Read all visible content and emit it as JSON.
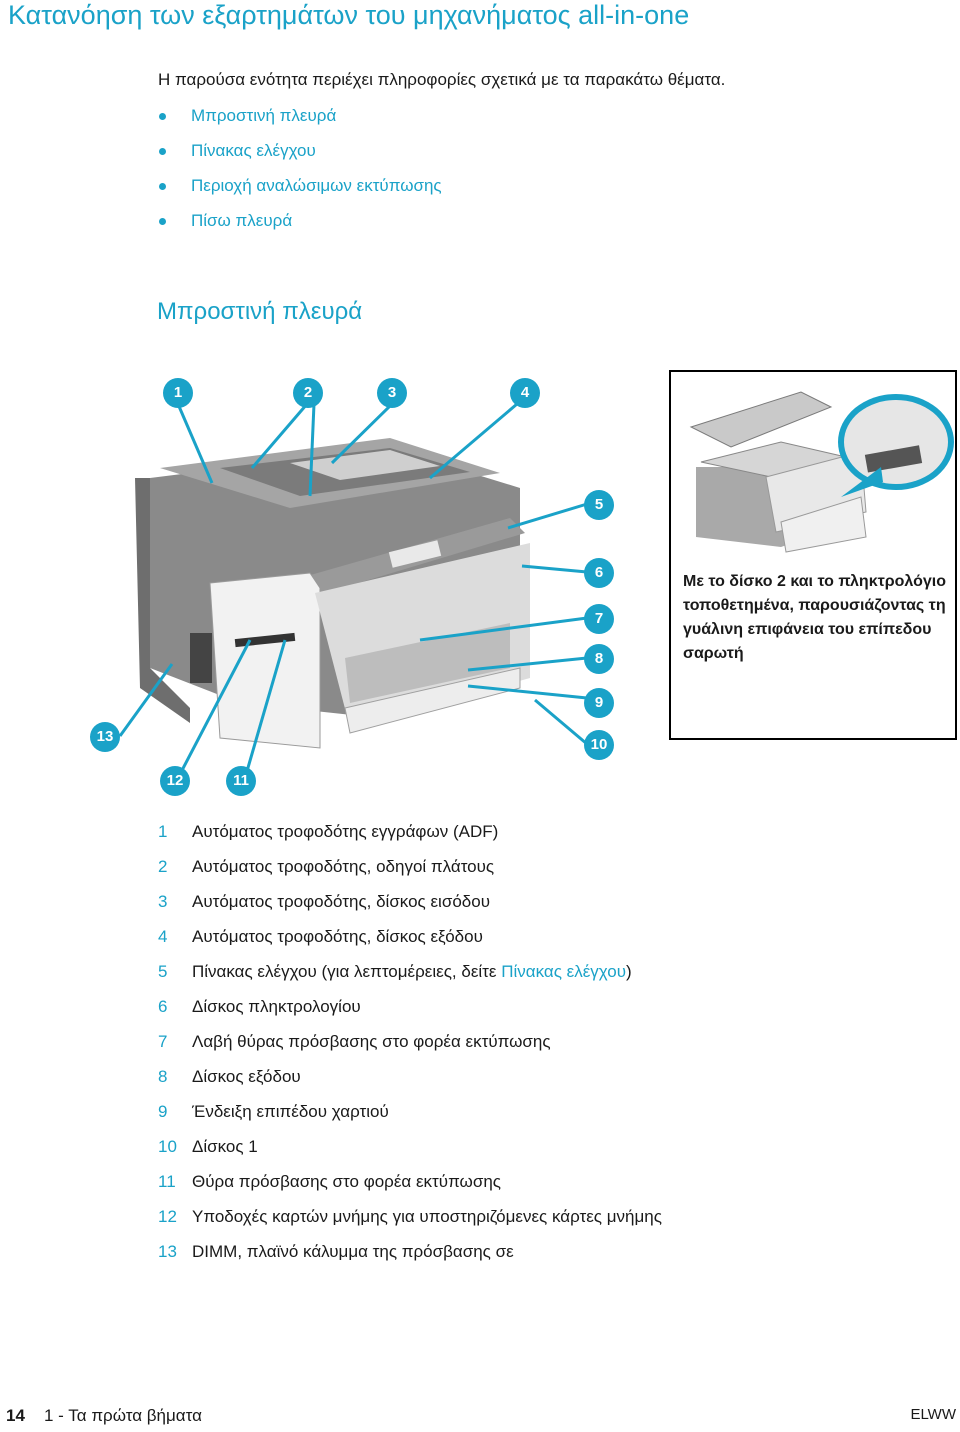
{
  "page": {
    "title": "Κατανόηση των εξαρτημάτων του μηχανήματος all-in-one",
    "intro": "Η παρούσα ενότητα περιέχει πληροφορίες σχετικά με τα παρακάτω θέματα.",
    "topics": [
      "Μπροστινή πλευρά",
      "Πίνακας ελέγχου",
      "Περιοχή αναλώσιμων εκτύπωσης",
      "Πίσω πλευρά"
    ],
    "section_heading": "Μπροστινή πλευρά"
  },
  "figure": {
    "callouts": [
      "1",
      "2",
      "3",
      "4",
      "5",
      "6",
      "7",
      "8",
      "9",
      "10",
      "11",
      "12",
      "13"
    ],
    "inset_caption": "Με το δίσκο 2 και το πληκτρολόγιο τοποθετημένα, παρουσιάζοντας τη γυάλινη επιφάνεια του επίπεδου σαρωτή",
    "accent_color": "#1aa2c8"
  },
  "legend": [
    {
      "num": "1",
      "text": "Αυτόματος τροφοδότης εγγράφων (ADF)"
    },
    {
      "num": "2",
      "text": "Αυτόματος τροφοδότης, οδηγοί πλάτους"
    },
    {
      "num": "3",
      "text": "Αυτόματος τροφοδότης, δίσκος εισόδου"
    },
    {
      "num": "4",
      "text": "Αυτόματος τροφοδότης, δίσκος εξόδου"
    },
    {
      "num": "5",
      "text": "Πίνακας ελέγχου (για λεπτομέρειες, δείτε ",
      "link": "Πίνακας ελέγχου",
      "suffix": ")"
    },
    {
      "num": "6",
      "text": "Δίσκος πληκτρολογίου"
    },
    {
      "num": "7",
      "text": "Λαβή θύρας πρόσβασης στο φορέα εκτύπωσης"
    },
    {
      "num": "8",
      "text": "Δίσκος εξόδου"
    },
    {
      "num": "9",
      "text": "Ένδειξη επιπέδου χαρτιού"
    },
    {
      "num": "10",
      "text": "Δίσκος 1"
    },
    {
      "num": "11",
      "text": "Θύρα πρόσβασης στο φορέα εκτύπωσης"
    },
    {
      "num": "12",
      "text": "Υποδοχές καρτών μνήμης για υποστηριζόμενες κάρτες μνήμης"
    },
    {
      "num": "13",
      "text": "DIMM, πλαϊνό κάλυμμα της πρόσβασης σε"
    }
  ],
  "footer": {
    "page_number": "14",
    "chapter": "1 - Τα πρώτα βήματα",
    "brand": "ELWW"
  }
}
